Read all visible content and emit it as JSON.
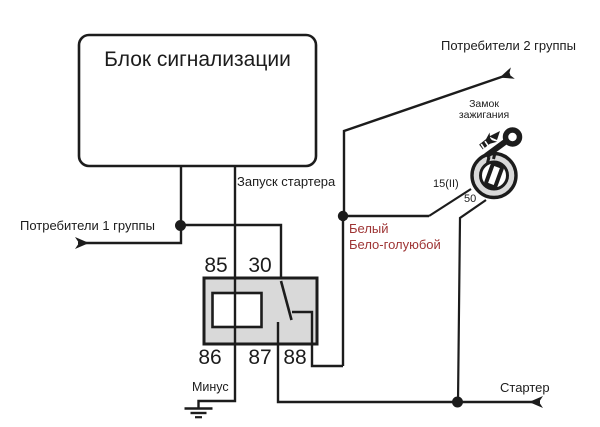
{
  "diagram": {
    "title": "Блок сигнализации",
    "labels": {
      "consumers_group1": "Потребители 1 группы",
      "consumers_group2": "Потребители 2 группы",
      "starter_launch": "Запуск стартера",
      "ignition_lock": "Замок зажигания",
      "terminal_15": "15(II)",
      "terminal_50": "50",
      "minus": "Минус",
      "starter": "Стартер"
    },
    "wire_color_notes": {
      "line1": "Белый",
      "line2": "Бело-голуюбой"
    },
    "relay_pins": [
      "85",
      "30",
      "86",
      "87",
      "88"
    ],
    "colors": {
      "wire": "#1c1c1c",
      "relay_fill": "#d9d9d9",
      "coil_fill": "#ffffff",
      "lock_ring_fill": "#d9d9d9",
      "red_note": "#9e3434",
      "background": "#ffffff"
    }
  }
}
